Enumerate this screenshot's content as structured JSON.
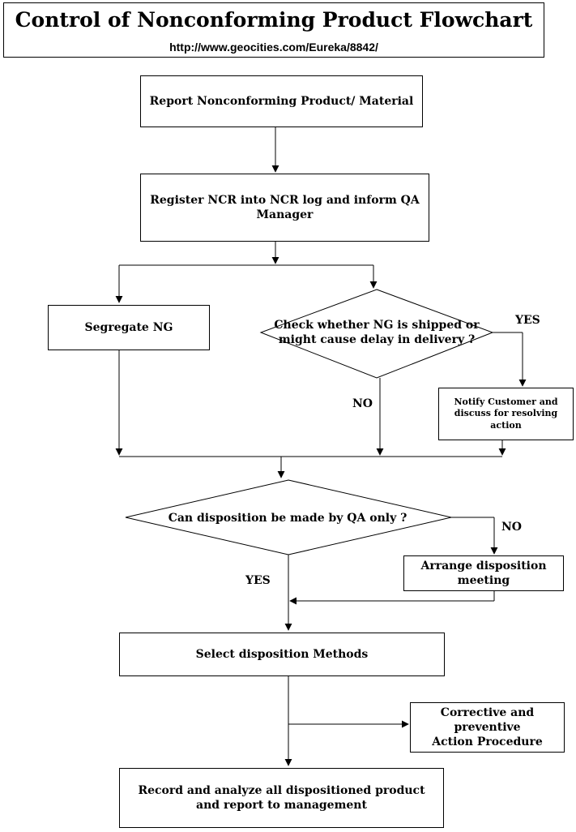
{
  "title": "Control of Nonconforming Product Flowchart",
  "url": "http://www.geocities.com/Eureka/8842/",
  "nodes": {
    "report": "Report Nonconforming Product/ Material",
    "register": "Register NCR into NCR log and inform QA Manager",
    "segregate": "Segregate NG",
    "check_line1": "Check whether NG is shipped or",
    "check_line2": "might cause delay in delivery ?",
    "notify_line1": "Notify Customer and",
    "notify_line2": "discuss for resolving action",
    "can_disposition": "Can disposition be made by QA only ?",
    "arrange": "Arrange disposition meeting",
    "select": "Select disposition Methods",
    "corrective_line1": "Corrective and preventive",
    "corrective_line2": "Action Procedure",
    "record_line1": "Record and analyze all dispositioned product",
    "record_line2": "and report to management"
  },
  "labels": {
    "check_yes": "YES",
    "check_no": "NO",
    "disp_no": "NO",
    "disp_yes": "YES"
  }
}
